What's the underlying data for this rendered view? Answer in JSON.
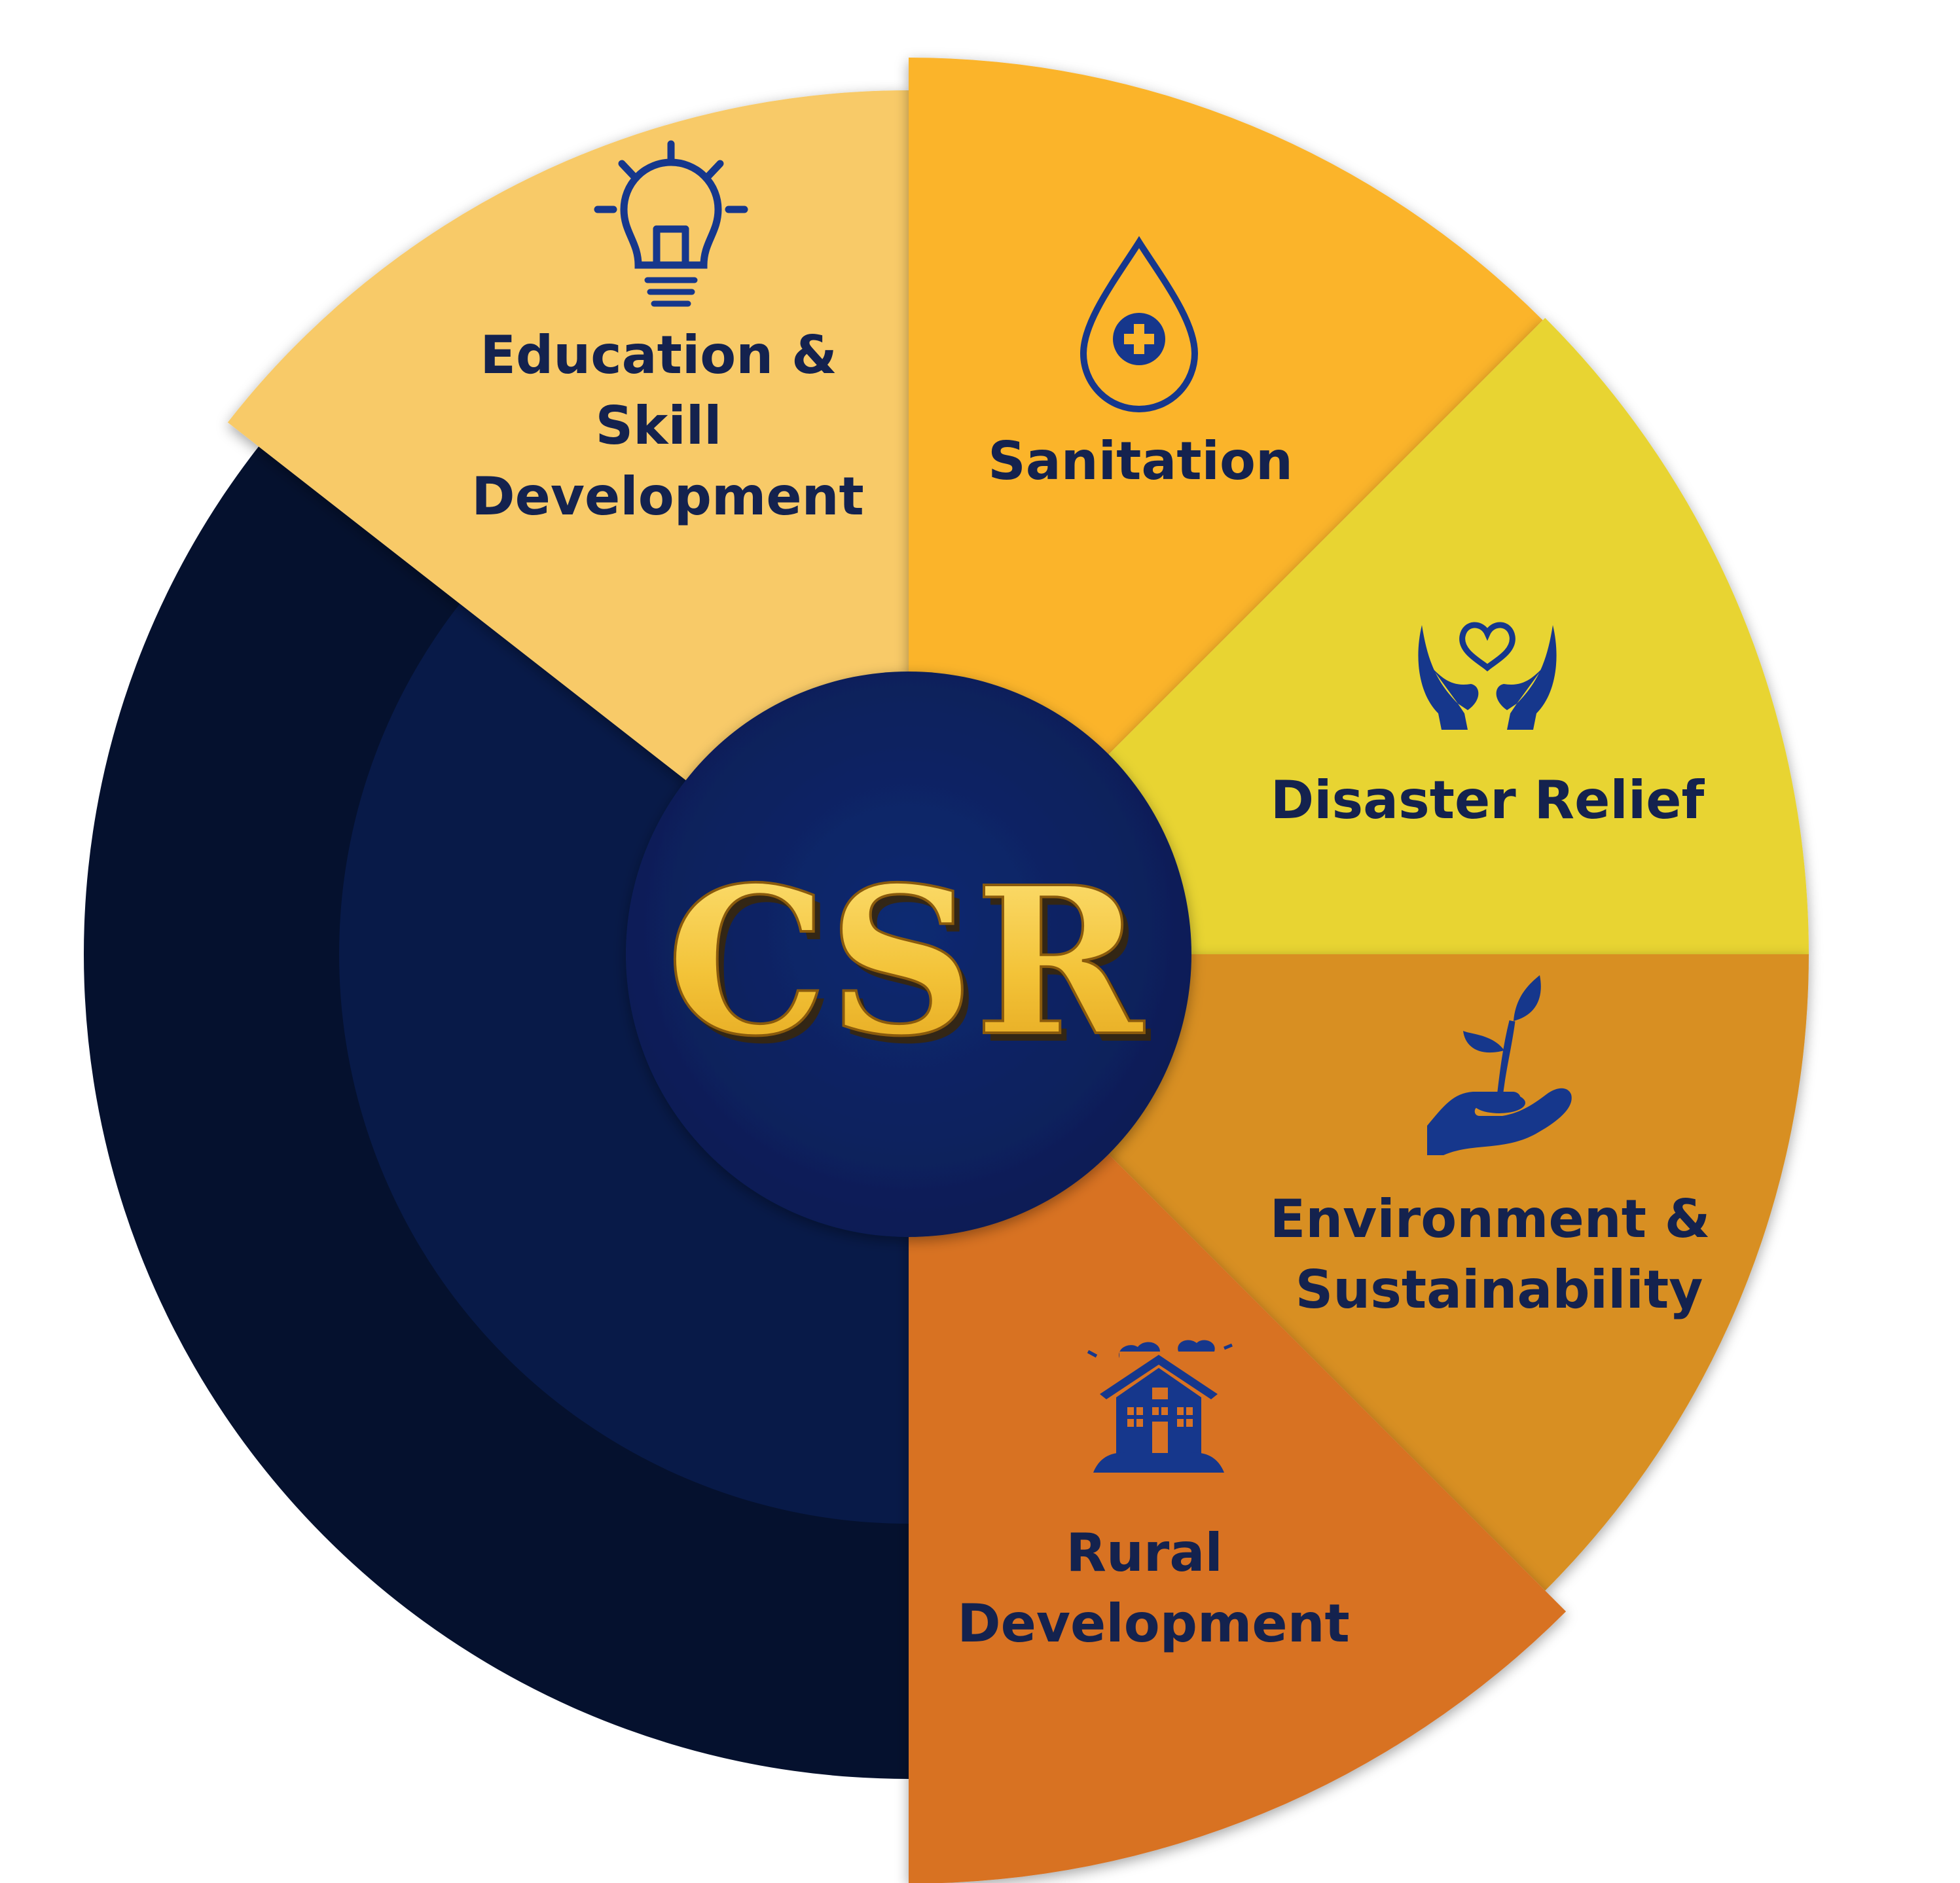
{
  "center": {
    "label": "CSR",
    "fill": "#0a2160",
    "text_color": "#f1c63a"
  },
  "segments": [
    {
      "label_lines": [
        "Education &",
        "Skill",
        "Development"
      ],
      "icon": "lightbulb-icon",
      "color": "#f8ca68"
    },
    {
      "label_lines": [
        "Sanitation"
      ],
      "icon": "water-drop-plus-icon",
      "color": "#fbb42c"
    },
    {
      "label_lines": [
        "Disaster Relief"
      ],
      "icon": "hands-heart-icon",
      "color": "#e8d430"
    },
    {
      "label_lines": [
        "Environment &",
        "Sustainability"
      ],
      "icon": "hand-plant-icon",
      "color": "#d88f22"
    },
    {
      "label_lines": [
        "Rural",
        "Development"
      ],
      "icon": "rural-house-icon",
      "color": "#d87224"
    }
  ],
  "colors": {
    "icon": "#16378c",
    "label": "#14224e",
    "dark_outer": "#05112e",
    "dark_inner": "#081a48"
  }
}
